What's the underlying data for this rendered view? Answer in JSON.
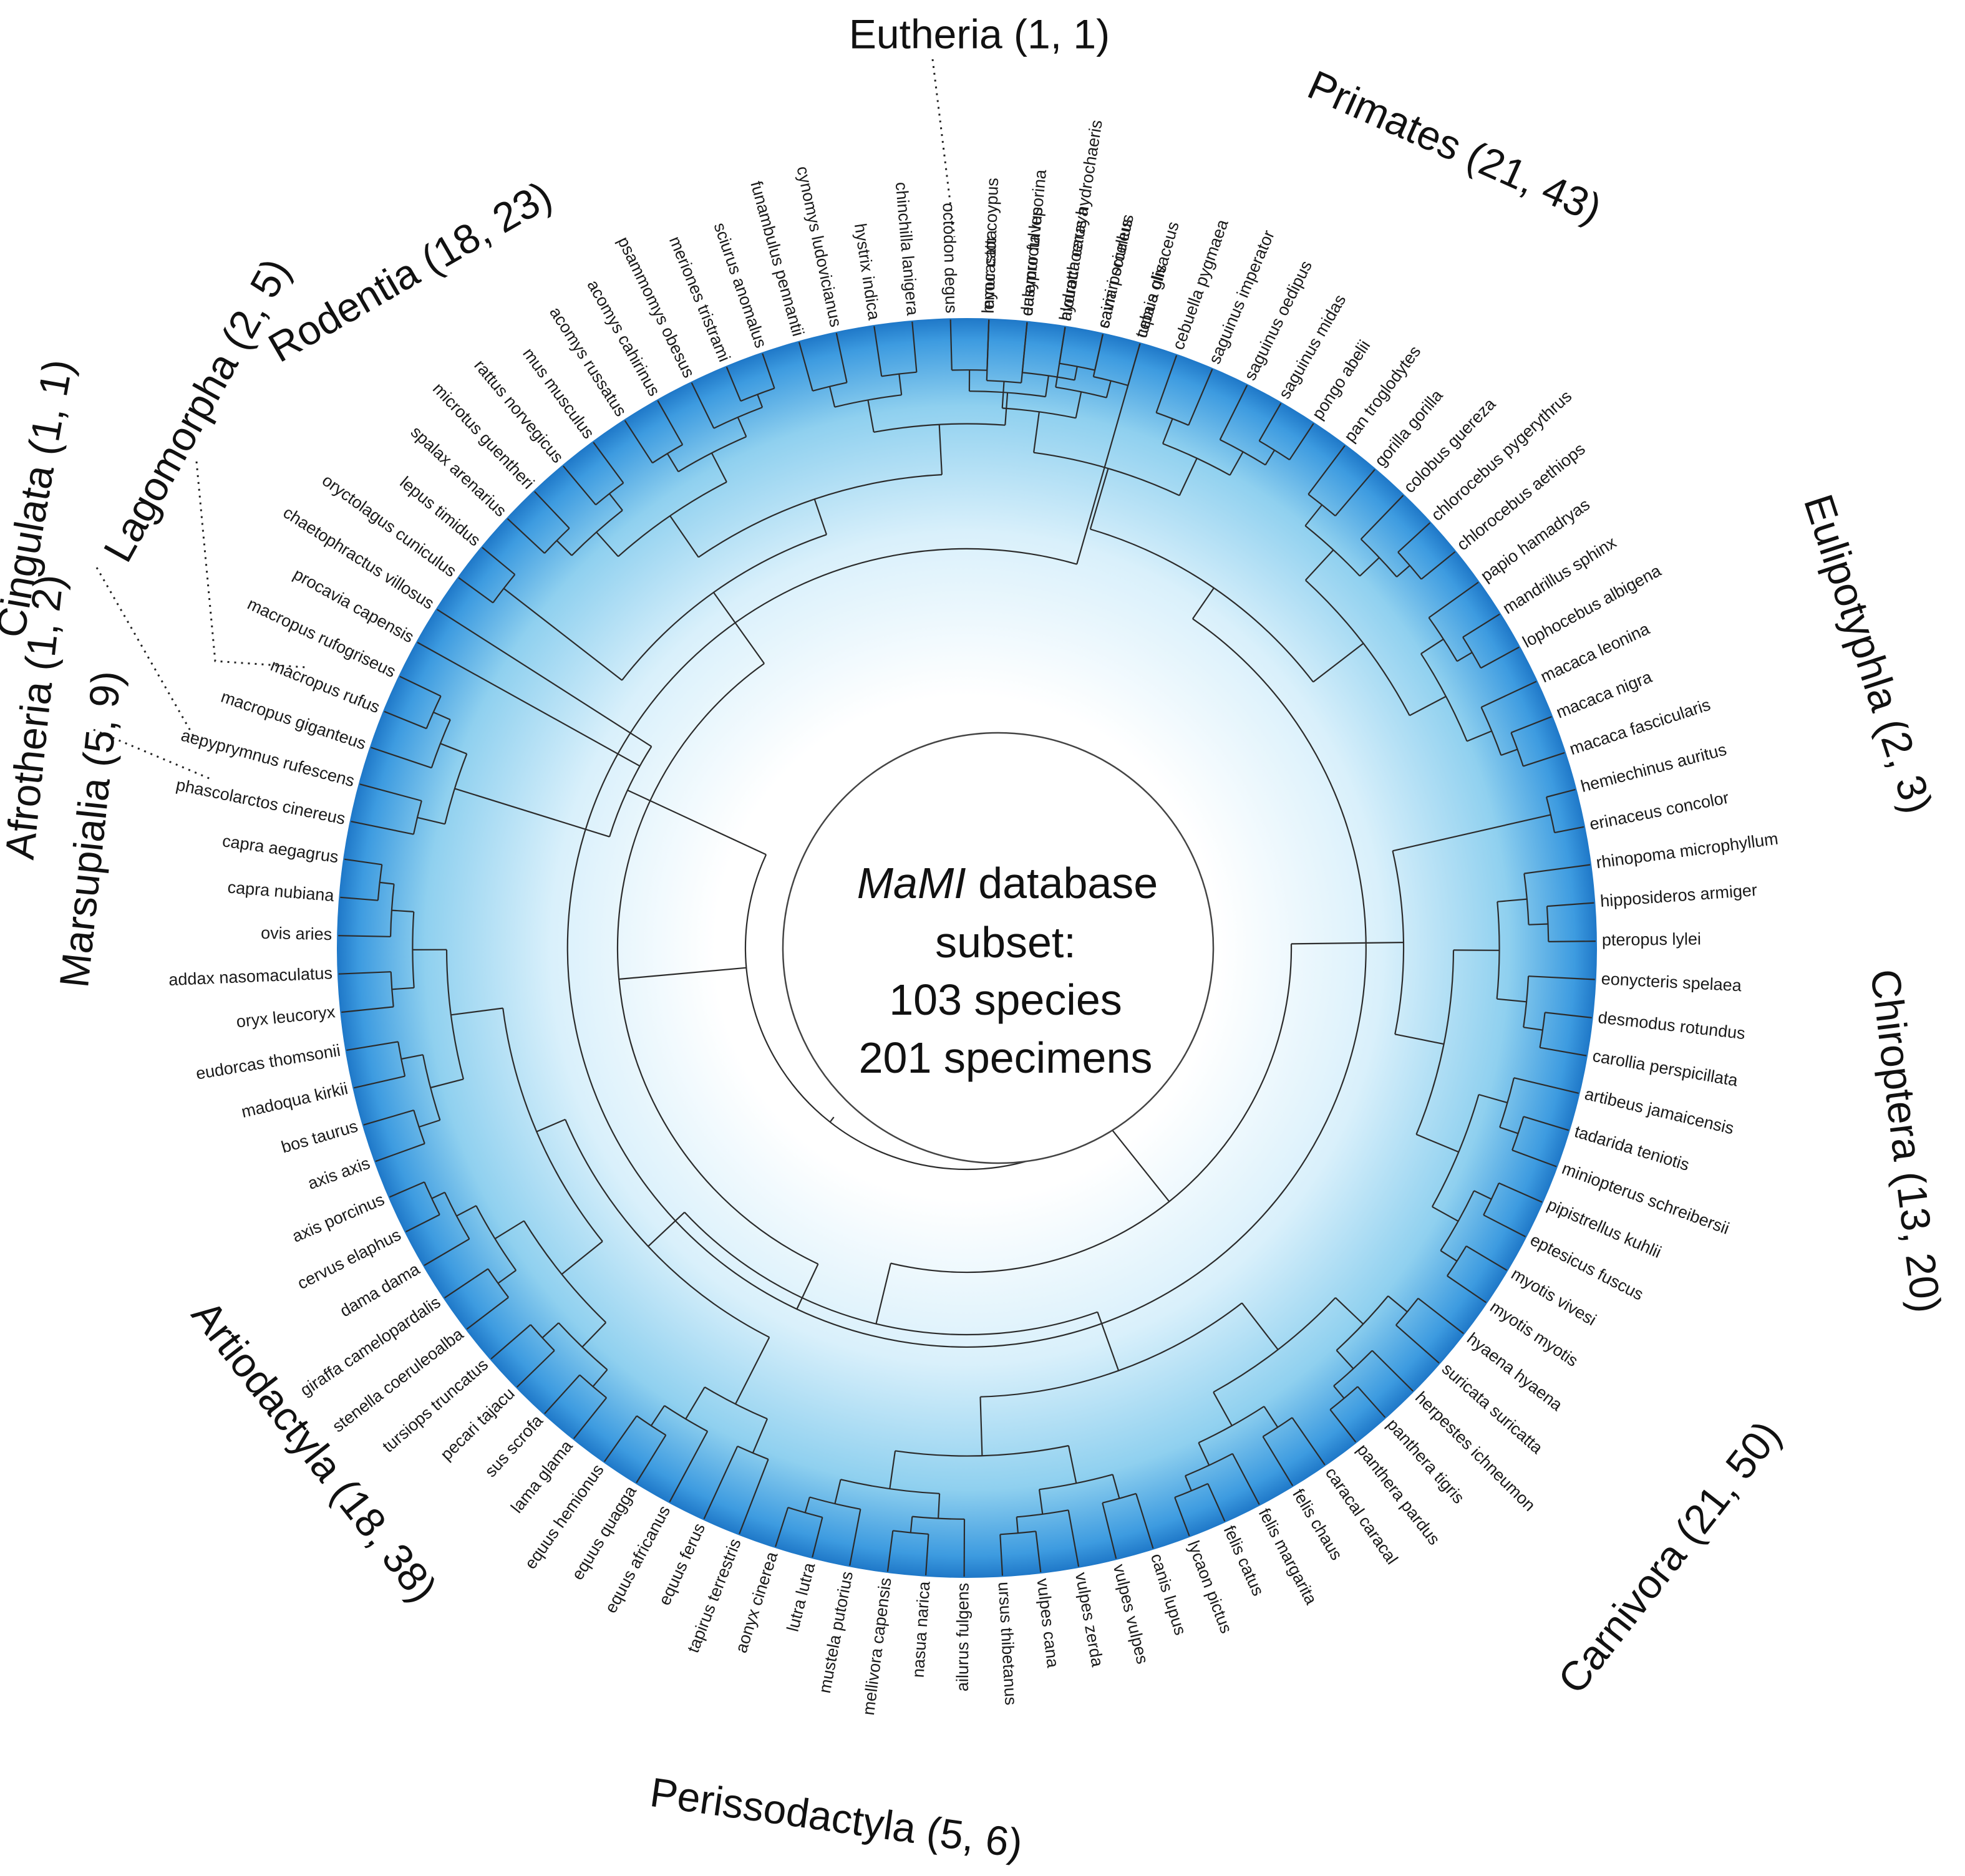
{
  "center": {
    "line1_italic": "MaMI",
    "line1_rest": " database",
    "line2": "subset:",
    "line3": "103 species",
    "line4": "201 specimens"
  },
  "colors": {
    "ring_outer": "#1f78c8",
    "ring_mid": "#8fd0ef",
    "ring_inner": "#ffffff",
    "branch": "#2b2b2b"
  },
  "clades": [
    {
      "name": "Primates (21, 43)",
      "leaves": [
        "lemur catta",
        "eulemur fulvus",
        "alouatta caraya",
        "saimiri sciureus",
        "cebus olivaceus",
        "cebuella pygmaea",
        "saguinus imperator",
        "saguinus oedipus",
        "saguinus midas",
        "pongo abelii",
        "pan troglodytes",
        "gorilla gorilla",
        "colobus guereza",
        "chlorocebus pygerythrus",
        "chlorocebus aethiops",
        "papio hamadryas",
        "mandrillus sphinx",
        "lophocebus albigena",
        "macaca leonina",
        "macaca nigra",
        "macaca fascicularis"
      ]
    },
    {
      "name": "Eulipotyphla (2, 3)",
      "leaves": [
        "hemiechinus auritus",
        "erinaceus concolor"
      ]
    },
    {
      "name": "Chiroptera (13, 20)",
      "leaves": [
        "rhinopoma microphyllum",
        "hipposideros armiger",
        "pteropus lylei",
        "eonycteris spelaea",
        "desmodus rotundus",
        "carollia perspicillata",
        "artibeus jamaicensis",
        "tadarida teniotis",
        "miniopterus schreibersii",
        "pipistrellus kuhlii",
        "eptesicus fuscus",
        "myotis vivesi",
        "myotis myotis"
      ]
    },
    {
      "name": "Carnivora (21, 50)",
      "leaves": [
        "hyaena hyaena",
        "suricata suricatta",
        "herpestes ichneumon",
        "panthera tigris",
        "panthera pardus",
        "caracal caracal",
        "felis chaus",
        "felis margarita",
        "felis catus",
        "lycaon pictus",
        "canis lupus",
        "vulpes vulpes",
        "vulpes zerda",
        "vulpes cana",
        "ursus thibetanus",
        "ailurus fulgens",
        "nasua narica",
        "mellivora capensis",
        "mustela putorius",
        "lutra lutra",
        "aonyx cinerea"
      ]
    },
    {
      "name": "Perissodactyla (5, 6)",
      "leaves": [
        "tapirus terrestris",
        "equus ferus",
        "equus africanus",
        "equus quagga",
        "equus hemionus"
      ]
    },
    {
      "name": "Artiodactyla (18, 38)",
      "leaves": [
        "lama glama",
        "sus scrofa",
        "pecari tajacu",
        "tursiops truncatus",
        "stenella coeruleoalba",
        "giraffa camelopardalis",
        "dama dama",
        "cervus elaphus",
        "axis porcinus",
        "axis axis",
        "bos taurus",
        "madoqua kirkii",
        "eudorcas thomsonii",
        "oryx leucoryx",
        "addax nasomaculatus",
        "ovis aries",
        "capra nubiana",
        "capra aegagrus"
      ]
    },
    {
      "name": "Marsupialia (5, 9)",
      "leaves": [
        "phascolarctos cinereus",
        "aepyprymnus rufescens",
        "macropus giganteus",
        "macropus rufus",
        "macropus rufogriseus"
      ]
    },
    {
      "name": "Afrotheria (1, 2)",
      "leaves": [
        "procavia capensis"
      ]
    },
    {
      "name": "Cingulata (1, 1)",
      "leaves": [
        "chaetophractus villosus"
      ]
    },
    {
      "name": "Lagomorpha (2, 5)",
      "leaves": [
        "oryctolagus cuniculus",
        "lepus timidus"
      ]
    },
    {
      "name": "Rodentia (18, 23)",
      "leaves": [
        "spalax arenarius",
        "microtus guentheri",
        "rattus norvegicus",
        "mus musculus",
        "acomys russatus",
        "acomys cahirinus",
        "psammomys obesus",
        "meriones tristrami",
        "sciurus anomalus",
        "funambulus pennantii",
        "cynomys ludovicianus",
        "hystrix indica",
        "chinchilla lanigera",
        "octodon degus",
        "myocastor coypus",
        "dasyprocta leporina",
        "hydrochoerus hydrochaeris",
        "cavia porcellus"
      ]
    },
    {
      "name": "Eutheria (1, 1)",
      "leaves": [
        "tupaia glis"
      ]
    }
  ]
}
